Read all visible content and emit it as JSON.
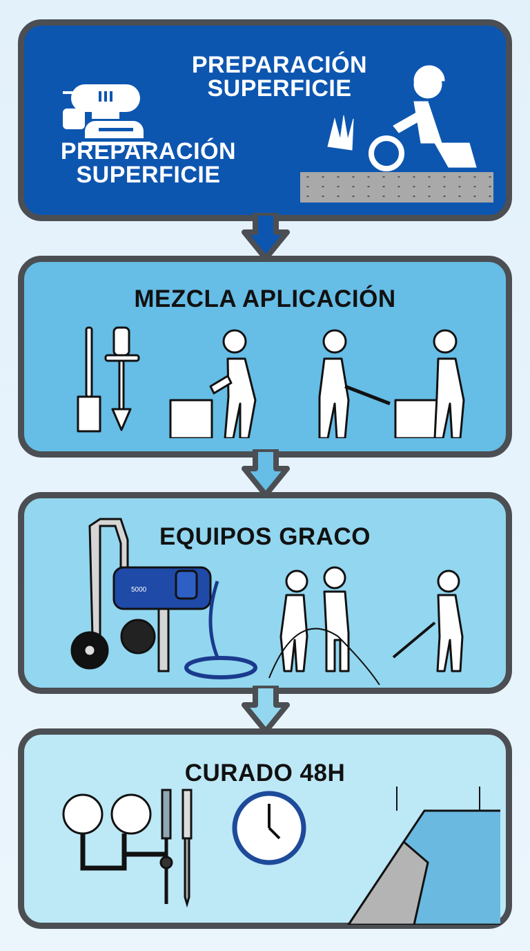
{
  "steps": [
    {
      "title_line1": "PREPARACIÓN",
      "title_line2": "SUPERFICIE",
      "subtitle_line1": "PREPARACIÓN",
      "subtitle_line2": "SUPERFICIE",
      "color": "#0d56b0",
      "icons": [
        "orbital-sander-icon",
        "gloves-icon",
        "worker-grinding-icon",
        "concrete-floor-icon"
      ]
    },
    {
      "title": "MEZCLA APLICACIÓN",
      "color": "#66bde6",
      "icons": [
        "shovel-icon",
        "paddle-mixer-icon",
        "bucket-icon",
        "worker-pouring-icon",
        "worker-shoveling-icon",
        "bucket-icon",
        "worker-pouring-icon"
      ]
    },
    {
      "title": "EQUIPOS GRACO",
      "color": "#92d6ef",
      "machine_label": "5000",
      "icons": [
        "graco-sprayer-icon",
        "hose-icon",
        "workers-with-hose-icon",
        "worker-spraying-icon"
      ]
    },
    {
      "title": "CURADO 48H",
      "color": "#bde8f6",
      "clock_time": "4:00",
      "icons": [
        "pressure-gauge-icon",
        "pressure-gauge-icon",
        "thermometer-icon",
        "probe-icon",
        "clock-icon",
        "coated-floor-icon"
      ]
    }
  ],
  "colors": {
    "border": "#4b4e52",
    "background": "#e6f3fb",
    "text_dark": "#111111",
    "text_light": "#ffffff"
  }
}
